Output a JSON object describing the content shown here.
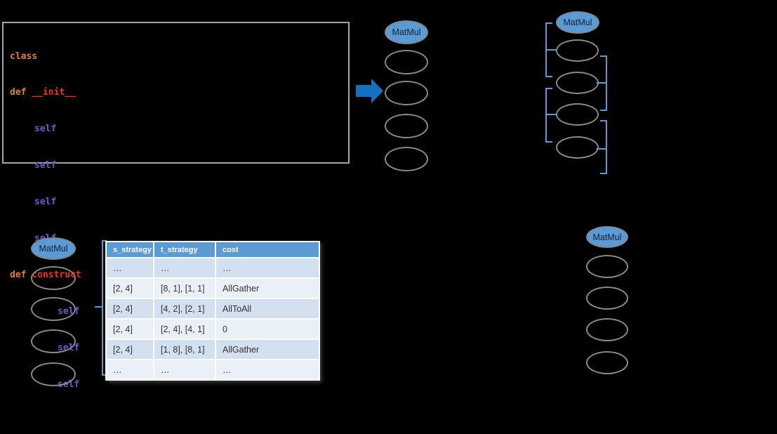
{
  "colors": {
    "background": "#000000",
    "accent_blue": "#5b9bd5",
    "arrow_blue": "#1272be",
    "node_border_gray": "#8a8a8a",
    "table_row_dark": "#d3e0f0",
    "table_row_light": "#eaf0f8",
    "code_keyword_orange": "#de8334",
    "code_name_red": "#f03124",
    "code_self_purple": "#7b52c8"
  },
  "icons": {
    "flow_arrow": "right-arrow"
  },
  "code_block": {
    "lines": [
      {
        "tokens": [
          {
            "text": "class"
          }
        ]
      },
      {
        "tokens": [
          {
            "text": "def "
          },
          {
            "text": "__init__"
          }
        ]
      },
      {
        "tokens": [
          {
            "text": "self"
          }
        ]
      },
      {
        "tokens": [
          {
            "text": "self"
          }
        ]
      },
      {
        "tokens": [
          {
            "text": "self"
          }
        ]
      },
      {
        "tokens": [
          {
            "text": "self"
          }
        ]
      },
      {
        "tokens": [
          {
            "text": "def "
          },
          {
            "text": "construct"
          }
        ]
      },
      {
        "tokens": [
          {
            "text": "self"
          }
        ]
      },
      {
        "tokens": [
          {
            "text": "self"
          }
        ]
      },
      {
        "tokens": [
          {
            "text": "self"
          }
        ]
      }
    ]
  },
  "graph": {
    "top_middle": {
      "op_label": "MatMul",
      "candidate_count": 4
    },
    "top_right": {
      "op_label": "MatMul",
      "candidate_count": 4
    },
    "bottom_left": {
      "op_label": "MatMul",
      "candidate_count": 4
    },
    "bottom_right": {
      "op_label": "MatMul",
      "candidate_count": 4
    }
  },
  "strategy_table": {
    "headers": [
      "s_strategy",
      "t_strategy",
      "cost"
    ],
    "rows": [
      [
        "…",
        "…",
        "…"
      ],
      [
        "[2, 4]",
        "[8, 1], [1, 1]",
        "AllGather"
      ],
      [
        "[2, 4]",
        "[4, 2], [2, 1]",
        "AllToAll"
      ],
      [
        "[2, 4]",
        "[2, 4], [4, 1]",
        "0"
      ],
      [
        "[2, 4]",
        "[1, 8], [8, 1]",
        "AllGather"
      ],
      [
        "…",
        "…",
        "…"
      ]
    ]
  }
}
